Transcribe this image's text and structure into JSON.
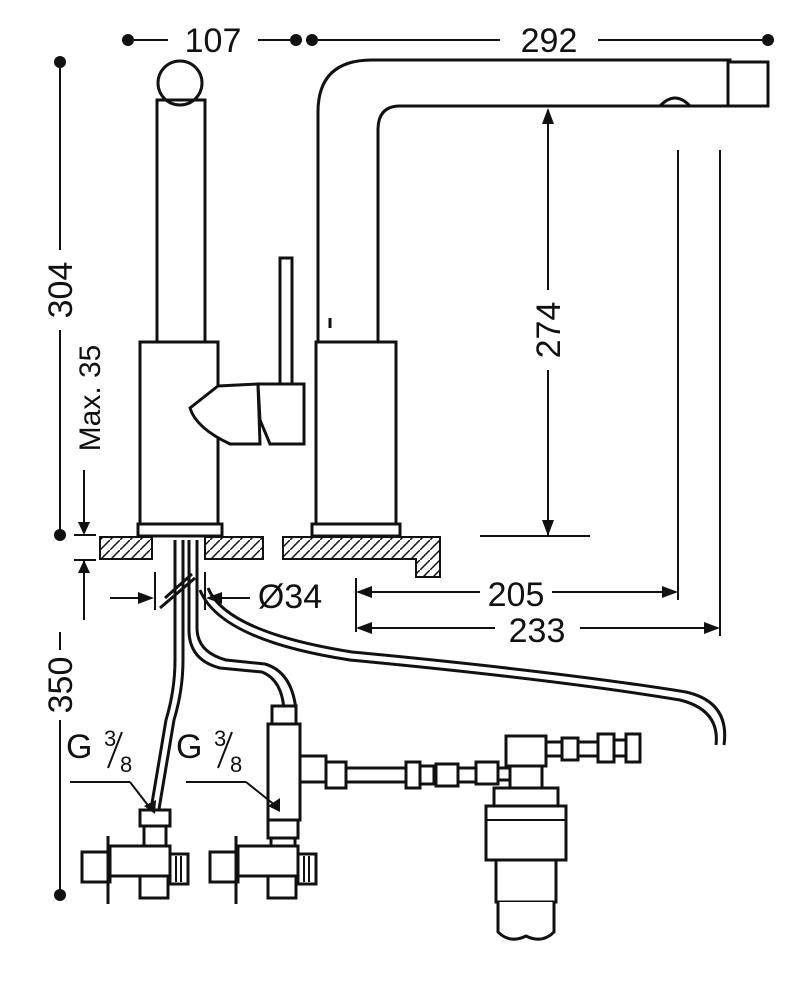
{
  "dimensions": {
    "spout_width": "107",
    "reach": "292",
    "total_height": "304",
    "spout_height": "274",
    "max_deck": "Max. 35",
    "hole_diameter": "Ø34",
    "outlet_distance": "205",
    "overall_depth": "233",
    "hose_length": "350"
  },
  "connections": {
    "left_letter": "G",
    "left_num": "3",
    "left_den": "8",
    "right_letter": "G",
    "right_num": "3",
    "right_den": "8"
  }
}
